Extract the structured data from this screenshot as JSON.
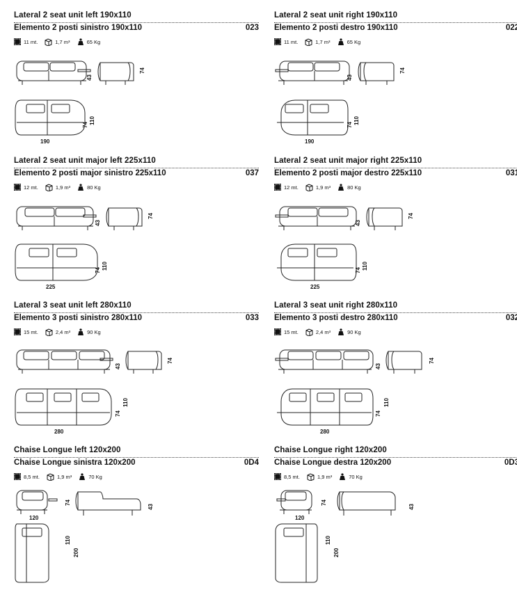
{
  "products": [
    {
      "title_en": "Lateral 2 seat unit left 190x110",
      "title_it": "Elemento 2 posti sinistro 190x110",
      "code": "023",
      "fabric": "11 mt.",
      "volume": "1,7 m³",
      "weight": "65 Kg",
      "width": "190",
      "depth": "110",
      "height": "74",
      "seat": "43"
    },
    {
      "title_en": "Lateral 2 seat unit right 190x110",
      "title_it": "Elemento 2 posti destro 190x110",
      "code": "022",
      "fabric": "11 mt.",
      "volume": "1,7 m³",
      "weight": "65 Kg",
      "width": "190",
      "depth": "110",
      "height": "74",
      "seat": "43"
    },
    {
      "title_en": "Lateral 2 seat unit major left 225x110",
      "title_it": "Elemento 2 posti major sinistro 225x110",
      "code": "037",
      "fabric": "12 mt.",
      "volume": "1,9 m³",
      "weight": "80 Kg",
      "width": "225",
      "depth": "110",
      "height": "74",
      "seat": "43"
    },
    {
      "title_en": "Lateral 2 seat unit major right 225x110",
      "title_it": "Elemento 2 posti major destro 225x110",
      "code": "031",
      "fabric": "12 mt.",
      "volume": "1,9 m³",
      "weight": "80 Kg",
      "width": "225",
      "depth": "110",
      "height": "74",
      "seat": "43"
    },
    {
      "title_en": "Lateral 3 seat unit left 280x110",
      "title_it": "Elemento 3 posti sinistro 280x110",
      "code": "033",
      "fabric": "15 mt.",
      "volume": "2,4 m³",
      "weight": "90 Kg",
      "width": "280",
      "depth": "110",
      "height": "74",
      "seat": "43"
    },
    {
      "title_en": "Lateral 3 seat unit right 280x110",
      "title_it": "Elemento 3 posti destro 280x110",
      "code": "032",
      "fabric": "15 mt.",
      "volume": "2,4 m³",
      "weight": "90 Kg",
      "width": "280",
      "depth": "110",
      "height": "74",
      "seat": "43"
    },
    {
      "title_en": "Chaise Longue left 120x200",
      "title_it": "Chaise Longue sinistra 120x200",
      "code": "0D4",
      "fabric": "8,5 mt.",
      "volume": "1,9 m³",
      "weight": "70 Kg",
      "width": "120",
      "depth": "200",
      "height": "74",
      "seat": "43",
      "chaise_depth": "110"
    },
    {
      "title_en": "Chaise Longue right 120x200",
      "title_it": "Chaise Longue destra 120x200",
      "code": "0D3",
      "fabric": "8,5 mt.",
      "volume": "1,9 m³",
      "weight": "70 Kg",
      "width": "120",
      "depth": "200",
      "height": "74",
      "seat": "43",
      "chaise_depth": "110"
    }
  ],
  "icons": {
    "fabric": "fabric-swatch-icon",
    "volume": "package-box-icon",
    "weight": "weight-icon"
  }
}
